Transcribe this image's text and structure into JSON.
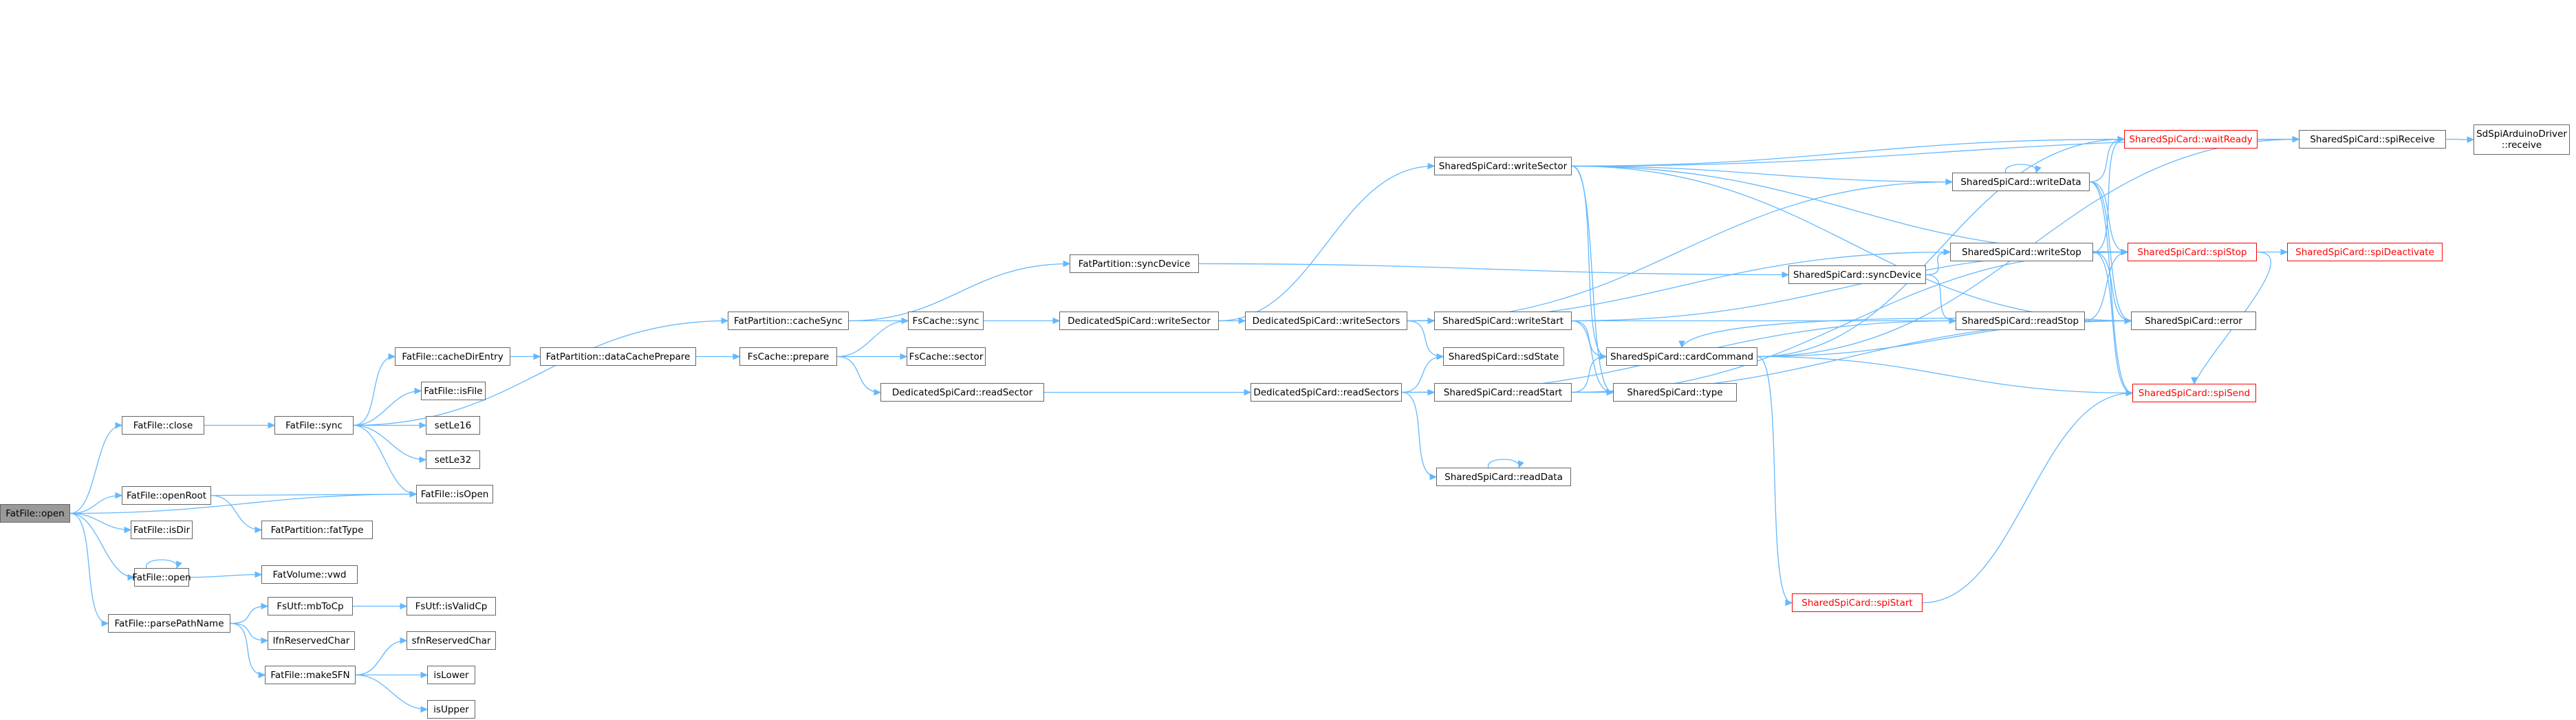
{
  "graph": {
    "nodes": [
      {
        "id": "n_open_root",
        "label": "FatFile::open",
        "style": "highlight"
      },
      {
        "id": "n_close",
        "label": "FatFile::close"
      },
      {
        "id": "n_openRoot",
        "label": "FatFile::openRoot"
      },
      {
        "id": "n_isDir",
        "label": "FatFile::isDir"
      },
      {
        "id": "n_open_self",
        "label": "FatFile::open"
      },
      {
        "id": "n_parsePathName",
        "label": "FatFile::parsePathName"
      },
      {
        "id": "n_sync",
        "label": "FatFile::sync"
      },
      {
        "id": "n_fatType",
        "label": "FatPartition::fatType"
      },
      {
        "id": "n_vwd",
        "label": "FatVolume::vwd"
      },
      {
        "id": "n_mbToCp",
        "label": "FsUtf::mbToCp"
      },
      {
        "id": "n_lfnReservedChar",
        "label": "lfnReservedChar"
      },
      {
        "id": "n_makeSFN",
        "label": "FatFile::makeSFN"
      },
      {
        "id": "n_cacheDirEntry",
        "label": "FatFile::cacheDirEntry"
      },
      {
        "id": "n_isFile",
        "label": "FatFile::isFile"
      },
      {
        "id": "n_setLe16",
        "label": "setLe16"
      },
      {
        "id": "n_setLe32",
        "label": "setLe32"
      },
      {
        "id": "n_isOpen",
        "label": "FatFile::isOpen"
      },
      {
        "id": "n_isValidCp",
        "label": "FsUtf::isValidCp"
      },
      {
        "id": "n_sfnReservedChar",
        "label": "sfnReservedChar"
      },
      {
        "id": "n_isLower",
        "label": "isLower"
      },
      {
        "id": "n_isUpper",
        "label": "isUpper"
      },
      {
        "id": "n_cacheSync",
        "label": "FatPartition::cacheSync"
      },
      {
        "id": "n_dataCachePrepare",
        "label": "FatPartition::dataCachePrepare"
      },
      {
        "id": "n_syncDevice",
        "label": "FatPartition::syncDevice"
      },
      {
        "id": "n_fscache_sync",
        "label": "FsCache::sync"
      },
      {
        "id": "n_prepare",
        "label": "FsCache::prepare"
      },
      {
        "id": "n_sector",
        "label": "FsCache::sector"
      },
      {
        "id": "n_dWriteSector",
        "label": "DedicatedSpiCard::writeSector"
      },
      {
        "id": "n_dReadSector",
        "label": "DedicatedSpiCard::readSector"
      },
      {
        "id": "n_dWriteSectors",
        "label": "DedicatedSpiCard::writeSectors"
      },
      {
        "id": "n_dReadSectors",
        "label": "DedicatedSpiCard::readSectors"
      },
      {
        "id": "n_writeSector",
        "label": "SharedSpiCard::writeSector"
      },
      {
        "id": "n_writeStart",
        "label": "SharedSpiCard::writeStart"
      },
      {
        "id": "n_sdState",
        "label": "SharedSpiCard::sdState"
      },
      {
        "id": "n_readStart",
        "label": "SharedSpiCard::readStart"
      },
      {
        "id": "n_readData",
        "label": "SharedSpiCard::readData"
      },
      {
        "id": "n_syncDevice2",
        "label": "SharedSpiCard::syncDevice"
      },
      {
        "id": "n_cardCommand",
        "label": "SharedSpiCard::cardCommand"
      },
      {
        "id": "n_type",
        "label": "SharedSpiCard::type"
      },
      {
        "id": "n_spiStart",
        "label": "SharedSpiCard::spiStart",
        "style": "red"
      },
      {
        "id": "n_writeData",
        "label": "SharedSpiCard::writeData"
      },
      {
        "id": "n_writeStop",
        "label": "SharedSpiCard::writeStop"
      },
      {
        "id": "n_readStop",
        "label": "SharedSpiCard::readStop"
      },
      {
        "id": "n_waitReady",
        "label": "SharedSpiCard::waitReady",
        "style": "red"
      },
      {
        "id": "n_spiStop",
        "label": "SharedSpiCard::spiStop",
        "style": "red"
      },
      {
        "id": "n_error",
        "label": "SharedSpiCard::error"
      },
      {
        "id": "n_spiSend",
        "label": "SharedSpiCard::spiSend",
        "style": "red"
      },
      {
        "id": "n_spiReceive",
        "label": "SharedSpiCard::spiReceive"
      },
      {
        "id": "n_spiDeactivate",
        "label": "SharedSpiCard::spiDeactivate",
        "style": "red"
      },
      {
        "id": "n_receive",
        "label": "SdSpiArduinoDriver\n::receive"
      }
    ],
    "edges": [
      [
        "n_open_root",
        "n_close"
      ],
      [
        "n_open_root",
        "n_openRoot"
      ],
      [
        "n_open_root",
        "n_isDir"
      ],
      [
        "n_open_root",
        "n_open_self"
      ],
      [
        "n_open_root",
        "n_parsePathName"
      ],
      [
        "n_open_root",
        "n_isOpen"
      ],
      [
        "n_close",
        "n_sync"
      ],
      [
        "n_openRoot",
        "n_isOpen"
      ],
      [
        "n_openRoot",
        "n_fatType"
      ],
      [
        "n_open_self",
        "n_open_self"
      ],
      [
        "n_open_self",
        "n_vwd"
      ],
      [
        "n_parsePathName",
        "n_mbToCp"
      ],
      [
        "n_parsePathName",
        "n_lfnReservedChar"
      ],
      [
        "n_parsePathName",
        "n_makeSFN"
      ],
      [
        "n_mbToCp",
        "n_isValidCp"
      ],
      [
        "n_makeSFN",
        "n_sfnReservedChar"
      ],
      [
        "n_makeSFN",
        "n_isLower"
      ],
      [
        "n_makeSFN",
        "n_isUpper"
      ],
      [
        "n_sync",
        "n_cacheSync"
      ],
      [
        "n_sync",
        "n_cacheDirEntry"
      ],
      [
        "n_sync",
        "n_isFile"
      ],
      [
        "n_sync",
        "n_setLe16"
      ],
      [
        "n_sync",
        "n_setLe32"
      ],
      [
        "n_sync",
        "n_isOpen"
      ],
      [
        "n_cacheDirEntry",
        "n_dataCachePrepare"
      ],
      [
        "n_dataCachePrepare",
        "n_prepare"
      ],
      [
        "n_cacheSync",
        "n_syncDevice"
      ],
      [
        "n_cacheSync",
        "n_fscache_sync"
      ],
      [
        "n_syncDevice",
        "n_syncDevice2"
      ],
      [
        "n_fscache_sync",
        "n_dWriteSector"
      ],
      [
        "n_prepare",
        "n_fscache_sync"
      ],
      [
        "n_prepare",
        "n_sector"
      ],
      [
        "n_prepare",
        "n_dReadSector"
      ],
      [
        "n_dWriteSector",
        "n_dWriteSectors"
      ],
      [
        "n_dWriteSector",
        "n_writeSector"
      ],
      [
        "n_dReadSector",
        "n_dReadSectors"
      ],
      [
        "n_dWriteSectors",
        "n_writeStart"
      ],
      [
        "n_dWriteSectors",
        "n_sdState"
      ],
      [
        "n_dWriteSectors",
        "n_writeData"
      ],
      [
        "n_dWriteSectors",
        "n_writeStop"
      ],
      [
        "n_dReadSectors",
        "n_sdState"
      ],
      [
        "n_dReadSectors",
        "n_readStart"
      ],
      [
        "n_dReadSectors",
        "n_readData"
      ],
      [
        "n_dReadSectors",
        "n_readStop"
      ],
      [
        "n_writeSector",
        "n_cardCommand"
      ],
      [
        "n_writeSector",
        "n_type"
      ],
      [
        "n_writeSector",
        "n_writeData"
      ],
      [
        "n_writeSector",
        "n_waitReady"
      ],
      [
        "n_writeSector",
        "n_spiStop"
      ],
      [
        "n_writeSector",
        "n_error"
      ],
      [
        "n_writeSector",
        "n_spiReceive"
      ],
      [
        "n_writeStart",
        "n_cardCommand"
      ],
      [
        "n_writeStart",
        "n_type"
      ],
      [
        "n_writeStart",
        "n_spiStop"
      ],
      [
        "n_writeStart",
        "n_error"
      ],
      [
        "n_readStart",
        "n_cardCommand"
      ],
      [
        "n_readStart",
        "n_type"
      ],
      [
        "n_readStart",
        "n_spiStop"
      ],
      [
        "n_readStart",
        "n_error"
      ],
      [
        "n_readData",
        "n_readData"
      ],
      [
        "n_syncDevice2",
        "n_readStop"
      ],
      [
        "n_syncDevice2",
        "n_writeStop"
      ],
      [
        "n_cardCommand",
        "n_spiStart"
      ],
      [
        "n_cardCommand",
        "n_spiSend"
      ],
      [
        "n_cardCommand",
        "n_waitReady"
      ],
      [
        "n_cardCommand",
        "n_error"
      ],
      [
        "n_cardCommand",
        "n_spiReceive"
      ],
      [
        "n_spiStart",
        "n_spiSend"
      ],
      [
        "n_writeData",
        "n_writeData"
      ],
      [
        "n_writeData",
        "n_waitReady"
      ],
      [
        "n_writeData",
        "n_spiStop"
      ],
      [
        "n_writeData",
        "n_error"
      ],
      [
        "n_writeData",
        "n_spiSend"
      ],
      [
        "n_writeStop",
        "n_waitReady"
      ],
      [
        "n_writeStop",
        "n_spiStop"
      ],
      [
        "n_writeStop",
        "n_error"
      ],
      [
        "n_writeStop",
        "n_spiSend"
      ],
      [
        "n_readStop",
        "n_cardCommand"
      ],
      [
        "n_readStop",
        "n_spiStop"
      ],
      [
        "n_waitReady",
        "n_spiReceive"
      ],
      [
        "n_spiStop",
        "n_spiDeactivate"
      ],
      [
        "n_spiStop",
        "n_spiSend"
      ],
      [
        "n_spiReceive",
        "n_receive"
      ]
    ]
  }
}
